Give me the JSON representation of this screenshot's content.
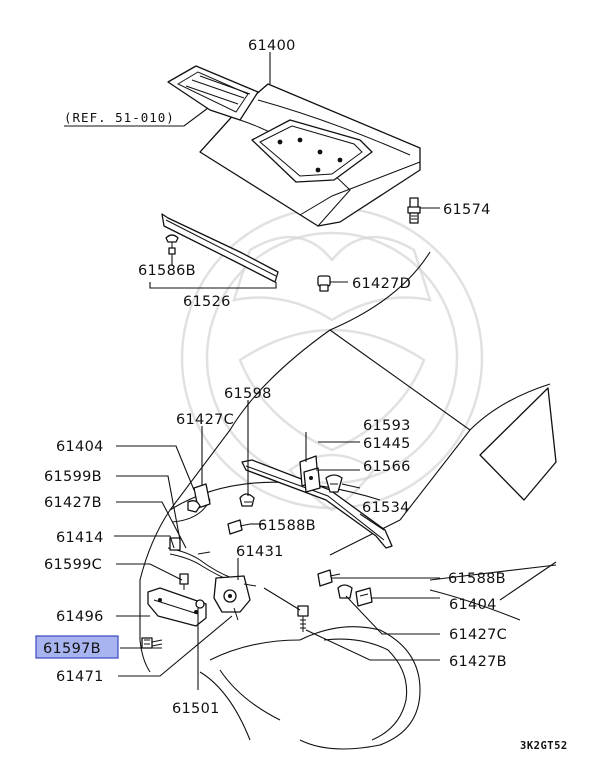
{
  "diagram": {
    "labels": {
      "p61400": "61400",
      "ref": "(REF. 51-010)",
      "p61574": "61574",
      "p61586B": "61586B",
      "p61526": "61526",
      "p61427D": "61427D",
      "p61598": "61598",
      "p61427C_top": "61427C",
      "p61593": "61593",
      "p61404_left": "61404",
      "p61445": "61445",
      "p61599B": "61599B",
      "p61566": "61566",
      "p61427B_left": "61427B",
      "p61534": "61534",
      "p61588B_mid": "61588B",
      "p61414": "61414",
      "p61431": "61431",
      "p61599C": "61599C",
      "p61588B_right": "61588B",
      "p61496": "61496",
      "p61404_right": "61404",
      "p61597B": "61597B",
      "p61427C_right": "61427C",
      "p61427B_right": "61427B",
      "p61471": "61471",
      "p61501": "61501"
    },
    "highlight_color": "#a8b4f0",
    "highlight_border": "#3848c0",
    "diagram_code": "3K2GT52"
  }
}
